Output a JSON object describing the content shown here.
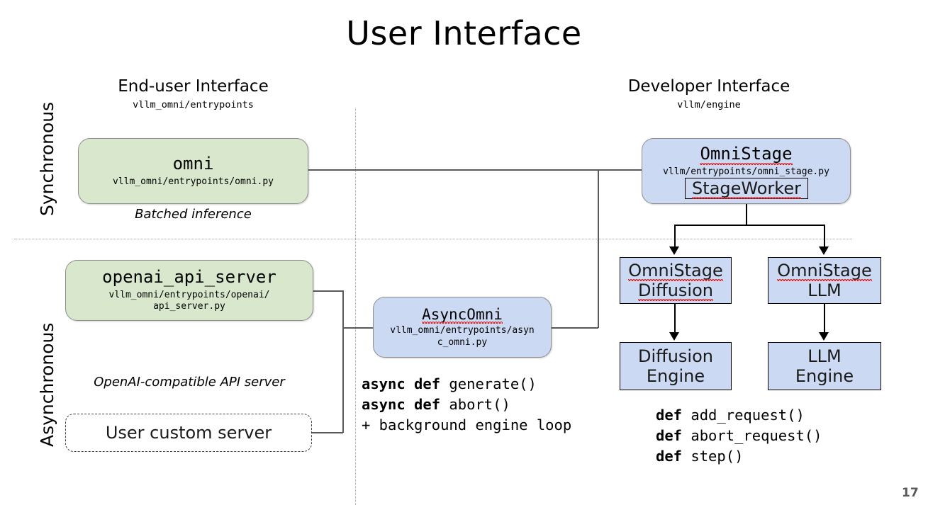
{
  "slide": {
    "title": "User Interface",
    "page_number": "17",
    "background_color": "#ffffff"
  },
  "axes": {
    "row_labels": [
      {
        "name": "synchronous",
        "label": "Synchronous"
      },
      {
        "name": "asynchronous",
        "label": "Asynchronous"
      }
    ],
    "columns": [
      {
        "name": "end-user",
        "heading": "End-user Interface",
        "subheading": "vllm_omni/entrypoints"
      },
      {
        "name": "developer",
        "heading": "Developer Interface",
        "subheading": "vllm/engine"
      }
    ]
  },
  "colors": {
    "green_fill": "#d9e8cd",
    "blue_fill": "#ccd9f3",
    "node_border": "#8e8e8e",
    "wire": "#595959",
    "divider": "#a6a6a6",
    "spellcheck": "#e02020",
    "page_number": "#595959"
  },
  "nodes": {
    "omni": {
      "title": "omni",
      "path": "vllm_omni/entrypoints/omni.py",
      "caption": "Batched inference",
      "fill": "green"
    },
    "openai_api_server": {
      "title": "openai_api_server",
      "path": "vllm_omni/entrypoints/openai/\napi_server.py",
      "caption": "OpenAI-compatible API server",
      "fill": "green"
    },
    "user_custom_server": {
      "title": "User custom server",
      "fill": "dashed"
    },
    "async_omni": {
      "title": "AsyncOmni",
      "path": "vllm_omni/entrypoints/asyn\nc_omni.py",
      "fill": "blue"
    },
    "omni_stage": {
      "title": "OmniStage",
      "path": "vllm/entrypoints/omni_stage.py",
      "inner_label": "StageWorker",
      "fill": "blue"
    },
    "omni_stage_diffusion": {
      "title_line1": "OmniStage",
      "title_line2": "Diffusion",
      "fill": "blue"
    },
    "omni_stage_llm": {
      "title_line1": "OmniStage",
      "title_line2": "LLM",
      "fill": "blue"
    },
    "diffusion_engine": {
      "title_line1": "Diffusion",
      "title_line2": "Engine",
      "fill": "blue"
    },
    "llm_engine": {
      "title_line1": "LLM",
      "title_line2": "Engine",
      "fill": "blue"
    }
  },
  "code_async": {
    "lines": [
      {
        "bold": "async def",
        "rest": " generate()"
      },
      {
        "bold": "async def",
        "rest": " abort()"
      },
      {
        "bold": "",
        "rest": "+ background engine loop"
      }
    ]
  },
  "code_engine": {
    "lines": [
      {
        "bold": "def",
        "rest": " add_request()"
      },
      {
        "bold": "def",
        "rest": " abort_request()"
      },
      {
        "bold": "def",
        "rest": " step()"
      }
    ]
  }
}
